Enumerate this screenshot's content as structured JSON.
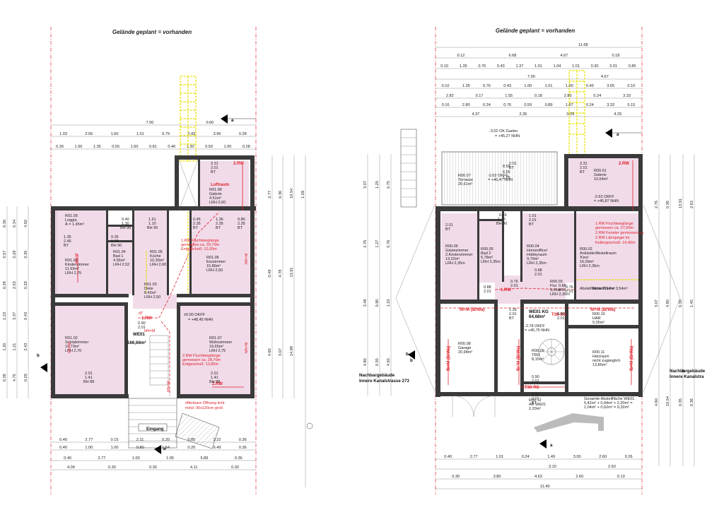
{
  "left": {
    "title": "Gelände geplant = vorhanden",
    "unit_name": "WE01",
    "unit_area": "166,66m²",
    "rooms": [
      {
        "id": "R01.09",
        "name": "Loggia",
        "area": "Ā = 1.45m²"
      },
      {
        "id": "R01.03",
        "name": "Kinderzimmer",
        "area": "11.63m²",
        "lrh": "LRH 2,75"
      },
      {
        "id": "R01.04",
        "name": "Bad 1",
        "area": "4.56m²",
        "lrh": "LRH 2,52"
      },
      {
        "id": "R01.05",
        "name": "Küche",
        "area": "10.30m²",
        "lrh": "LRH 2,60"
      },
      {
        "id": "R01.06",
        "name": "Esszimmer",
        "area": "15.86m²",
        "lrh": "LRH 2,50"
      },
      {
        "id": "R01.08",
        "name": "Galerie",
        "area": "4.61m²",
        "lrh": "LRH 2,60"
      },
      {
        "id": "R01.03",
        "name": "Diele",
        "area": "8.43m²",
        "lrh": "LRH 2,50"
      },
      {
        "id": "R01.02",
        "name": "Schlafzimmer",
        "area": "19.73m²",
        "lrh": "LRH 2,70"
      },
      {
        "id": "R01.07",
        "name": "Wohnzimmer",
        "area": "19.65m²",
        "lrh": "LRH 2,75"
      }
    ],
    "labels": {
      "luftraum": "Luftraum",
      "eingang": "Eingang",
      "rw": "2.RW",
      "rw1": "1.RW",
      "hfh": "hfh=M",
      "dt": "dT",
      "okff": "±0.00 OKFF",
      "nhn": "= +48,45 NHN",
      "oeffnen": "öffenbare Öffnung licht",
      "oeffnen2": "mind. 90x120cm groß",
      "flucht1": "1.RW Fluchtweglänge",
      "flucht2": "gemessen ca. 20,70m",
      "flucht3": "Entgeschoß: 10,20m",
      "flucht4": "2.RW Fluchtweglänge",
      "flucht5": "gemessen ca. 28,70m",
      "flucht6": "Erdgeschoß: 13,80m"
    },
    "small_labels": [
      "1.35",
      "2.46",
      "BT",
      "0.40",
      "1.30",
      "BH 90",
      "0.35",
      "1.30",
      "BH 90",
      "1.61",
      "1.10",
      "BH 90",
      "0.45",
      "2.35",
      "BT",
      "1.36",
      "2.35",
      "BT",
      "0.80",
      "2.35",
      "BT",
      "3.31",
      "2.01",
      "BT",
      "2.01",
      "1.41",
      "BH 88",
      "2.01",
      "1.41",
      "BH 88",
      "0.90",
      "2.01"
    ],
    "dims_top1": [
      "1.03",
      "2.56",
      "1.60",
      "1.01",
      "0.79",
      "0.43",
      "3.96",
      "0.28"
    ],
    "dims_top2": [
      "0.26",
      "1.00",
      "1.35",
      "0.55",
      "1.60",
      "0.81",
      "0.40",
      "1.30",
      "0.50",
      "1.00",
      "0.28"
    ],
    "dims_top0": [
      "7.00",
      "0.60"
    ],
    "dims_bottom1": [
      "0.40",
      "2.77",
      "0.15",
      "2.11",
      "0.20",
      "0.85",
      "2.22",
      "0.36"
    ],
    "dims_bottom2": [
      "0.40",
      "1.00",
      "1.00",
      "0.80",
      "1.54",
      "0.20",
      "6.49",
      "0.36"
    ],
    "dims_bottom3": [
      "0.40",
      "2.77",
      "1.00",
      "1.05",
      "5.89",
      "0.36"
    ],
    "dims_bottom4": [
      "4.09",
      "0.30",
      "0.30",
      "4.11",
      "0.30"
    ],
    "dims_right": [
      "2.77",
      "0.49",
      "4.60",
      "0.36",
      "4.78",
      "3.07",
      "10.54",
      "13.91",
      "14.98",
      "1.09"
    ],
    "dims_left": [
      "0.30",
      "0.57",
      "0.28",
      "1.23",
      "1.20",
      "0.38",
      "0.34",
      "0.29",
      "2.53",
      "3.37",
      "1.21",
      "4.75",
      "4.82",
      "0.35",
      "0.29",
      "0.43",
      "2.43",
      "0.29"
    ]
  },
  "right": {
    "title": "Gelände geplant = vorhanden",
    "rooms": [
      {
        "id": "R00.07",
        "name": "Terrasse",
        "area": "20,61m²"
      },
      {
        "id": "R00.01",
        "name": "Galerie",
        "area": "10,64m²"
      },
      {
        "id": "R00.06",
        "name": "Gästezimmer",
        "sub": "2.Kinderzimmer",
        "area": "13,22m²",
        "lrh": "LRH 2,35m"
      },
      {
        "id": "R00.05",
        "name": "Bad 2",
        "area": "5,78m²",
        "lrh": "LRH 2,35m"
      },
      {
        "id": "R00.04",
        "name": "Homeoffice/",
        "sub": "Hobbyraum",
        "area": "9,79m²",
        "lrh": "LRH 2,35m"
      },
      {
        "id": "R00.02",
        "name": "Ankleide/Abstellraum",
        "sub": "'Kino'",
        "area": "16,99m²",
        "lrh": "LRH 2,35m"
      },
      {
        "id": "R00.03",
        "name": "Flur",
        "area": "5,55m²",
        "lrh": "LRH 2,35m"
      },
      {
        "id": "R00.08",
        "name": "Garage",
        "area": "20,98m²"
      },
      {
        "id": "R00.09",
        "name": "TRH",
        "area": "8,15m²"
      },
      {
        "id": "R00.10",
        "name": "HAR",
        "area": "5,05m²"
      },
      {
        "id": "R00.11",
        "name": "Heizraum",
        "sub": "nicht zugänglich",
        "area": "13,85m²"
      },
      {
        "id": "R00.12",
        "name": "AR WE01",
        "area": "2,20m²"
      }
    ],
    "labels": {
      "garten": "-3.02 OK Garten",
      "garten2": "= +45,27 NHN",
      "okff1": "-2.02 OKFF",
      "okff1b": "= +46,47 NHN",
      "okff2": "-2.62 OKFF",
      "okff2b": "= +45,87 NHN",
      "okff3": "-2.78 OKFF",
      "okff3b": "= +45,75 NHN",
      "we01kg": "WE01 KG",
      "we01kg_area": "64,68m²",
      "rw1": "1.RW",
      "rw2": "2.RW",
      "t30": "T30-RS",
      "brwa": "fb=M (BrWa)",
      "nachbar": "Nachbargebäude",
      "strasse": "Innere Kanalstrasse 273",
      "nachbar2": "Nachbargebäude",
      "strasse2": "Innere Kanalstra",
      "abstell1": "Gesamte Abstellfläche WE01:",
      "abstell2": "5,42m² + 0,94m² + 2,20m² =",
      "abstell3": "1,04m² + 0,62m² = 9,32m²",
      "abstell4": "Abstellfläche 0,94m²",
      "abstell5": "Abstellfläche 3,54m²",
      "flucht1": "1.RW Fluchtweglänge",
      "flucht2": "gemessen ca. 27,50m",
      "flucht3": "2.RW Fenster gemessen ca.",
      "flucht4": "2.RW Lärmpegel im",
      "flucht5": "Kellergeschoß: 14,40m"
    },
    "small_labels": [
      "2.01",
      "BT",
      "3.31",
      "2.01",
      "BT",
      "1.01",
      "2.01",
      "BT",
      "0.46",
      "1.10",
      "BH 90",
      "2.01",
      "BT",
      "0.88",
      "2.01",
      "0.76",
      "2.01",
      "0.88",
      "2.01",
      "0.88",
      "2.01",
      "0.76",
      "2.01",
      "1.26",
      "2.01",
      "BT",
      "0.90",
      "2.01",
      "0.90",
      "2.01",
      "0.90",
      "2.01",
      "BT",
      "8.55",
      "6.55",
      "1.85"
    ],
    "dims_top1": [
      "11.68"
    ],
    "dims_top2": [
      "0.12",
      "6.68",
      "4.67",
      "0.18"
    ],
    "dims_top3": [
      "0.10",
      "1.35",
      "0.76",
      "0.43",
      "1.37",
      "1.01",
      "1.04",
      "1.01",
      "0.30",
      "3.01",
      "0.85"
    ],
    "dims_top4": [
      "7.00",
      "4.67"
    ],
    "dims_top5": [
      "0.10",
      "1.35",
      "0.76",
      "0.43",
      "1.00",
      "1.01",
      "1.00",
      "0.45",
      "3.65",
      "0.10"
    ],
    "dims_top6": [
      "2.82",
      "0.17",
      "1.55",
      "0.18",
      "2.80",
      "0.24",
      "3.33"
    ],
    "dims_top7": [
      "0.16",
      "2.80",
      "0.24",
      "0.76",
      "0.59",
      "0.89",
      "1.67",
      "0.24",
      "3.33",
      "0.15"
    ],
    "dims_top8": [
      "4.37",
      "2.35",
      "0.25",
      "4.25"
    ],
    "dims_bottom1": [
      "0.40",
      "2.77",
      "1.01",
      "0.24",
      "1.49",
      "3.00",
      "2.60",
      "0.26"
    ],
    "dims_bottom2": [
      "3.10",
      "2.60"
    ],
    "dims_bottom3": [
      "0.30",
      "3.80",
      "4.63",
      "2.60",
      "0.13"
    ],
    "dims_bottom4": [
      "11.40"
    ],
    "dims_left": [
      "3.07",
      "2.76",
      "3.48",
      "4.80",
      "1.25",
      "1.27",
      "0.90",
      "0.30",
      "0.75",
      "0.76",
      "1.23",
      "4.50"
    ],
    "dims_right": [
      "2.76",
      "3.07",
      "4.60",
      "0.36",
      "4.80",
      "10.54",
      "13.91",
      "0.30",
      "0.35",
      "2.63",
      "1.45",
      "0.36"
    ]
  },
  "section_markers": [
    "a",
    "a",
    "b",
    "b",
    "a",
    "a",
    "b",
    "b"
  ]
}
